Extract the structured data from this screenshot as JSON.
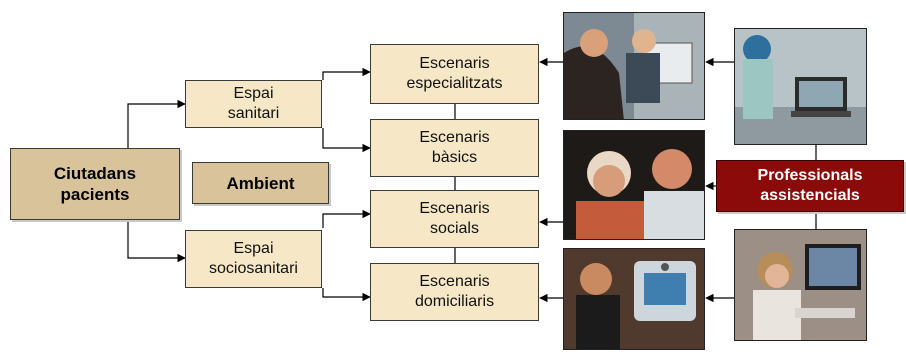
{
  "left": {
    "patient_label": "Ciutadans\npacients",
    "ambient_label": "Ambient"
  },
  "spaces": {
    "health": "Espai\nsanitari",
    "social_health": "Espai\nsociosanitari"
  },
  "scenarios": [
    {
      "label": "Escenaris\nespecialitzats"
    },
    {
      "label": "Escenaris\nbàsics"
    },
    {
      "label": "Escenaris\nsocials"
    },
    {
      "label": "Escenaris\ndomiciliaris"
    }
  ],
  "professionals": {
    "label": "Professionals\nassistencials"
  },
  "photos": [
    {
      "name": "photo-specialized-consultation",
      "subject": "doctor-patient-consultation"
    },
    {
      "name": "photo-elderly-couple",
      "subject": "elderly-couple"
    },
    {
      "name": "photo-home-telemedicine",
      "subject": "man-at-home-terminal"
    },
    {
      "name": "photo-surgeon-laptop",
      "subject": "surgeon-with-laptop"
    },
    {
      "name": "photo-woman-monitor",
      "subject": "professional-at-computer"
    }
  ],
  "colors": {
    "node_fill": "#f6e8c6",
    "strong_fill": "#d9c39a",
    "professional_fill": "#8b0a0a",
    "line": "#000000"
  }
}
